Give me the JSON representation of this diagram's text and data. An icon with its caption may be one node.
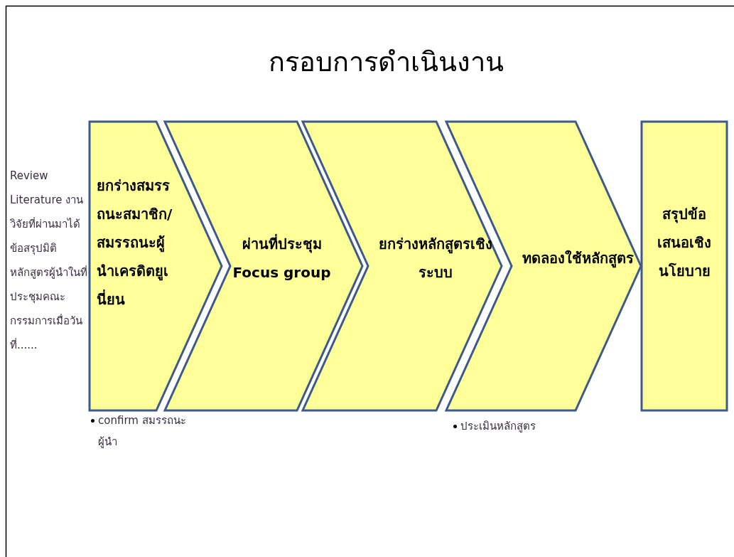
{
  "diagram": {
    "title": "กรอบการดำเนินงาน",
    "nodes": [
      {
        "text": [
          "ยกร่างสมรรถนะสมาชิก/สมรรถนะผู้นำเครดิตยูเนี่ยน"
        ],
        "beside": [
          "confirm สมรรถนะผู้นำ"
        ]
      },
      {
        "text": [
          "ผ่านที่ประชุม Focus group"
        ]
      },
      {
        "text": [
          "ยกร่างหลักสูตรเชิงระบบ"
        ]
      },
      {
        "text": [
          "ทดลองใช้หลักสูตร"
        ],
        "beside": [
          "ประเมินหลักสูตร"
        ]
      },
      {
        "text": [
          "สรุปข้อเสนอเชิงนโยบาย"
        ]
      }
    ],
    "labels": [
      "Review Literature งานวิจัยที่ผ่านมาได้ข้อสรุปมิติหลักสูตรผู้นำในที่ประชุมคณะกรรมการเมื่อวันที่......"
    ]
  }
}
